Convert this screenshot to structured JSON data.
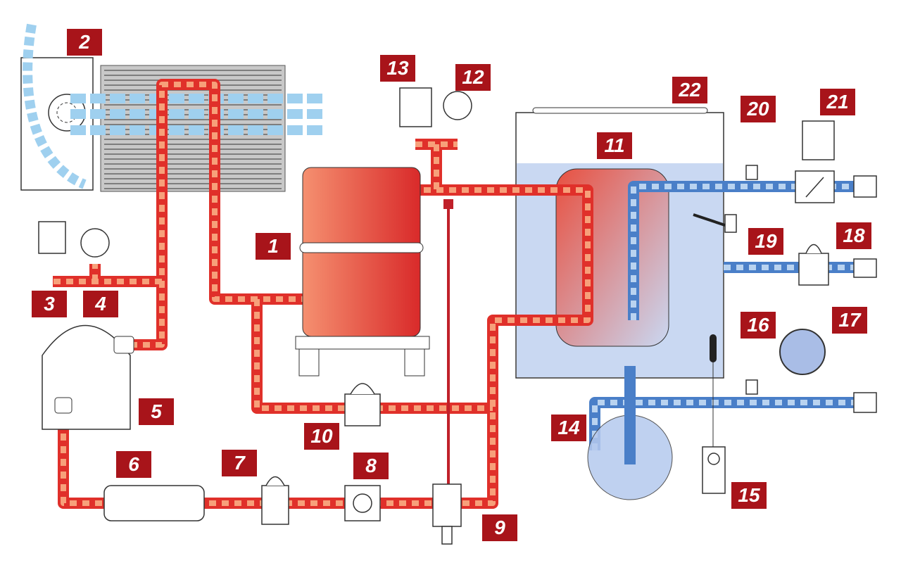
{
  "title": "Water-cooled chiller refrigeration circuit diagram",
  "colors": {
    "hot_pipe": "#e0302a",
    "hot_pipe_light": "#f7a07a",
    "cold_pipe": "#4a7fc8",
    "cold_pipe_light": "#b9d3f0",
    "water": "#c9d8f2",
    "label_bg": "#a8141a",
    "air": "#9fd0ef"
  },
  "labels": [
    "1",
    "2",
    "3",
    "4",
    "5",
    "6",
    "7",
    "8",
    "9",
    "10",
    "11",
    "12",
    "13",
    "14",
    "15",
    "16",
    "17",
    "18",
    "19",
    "20",
    "21",
    "22"
  ]
}
